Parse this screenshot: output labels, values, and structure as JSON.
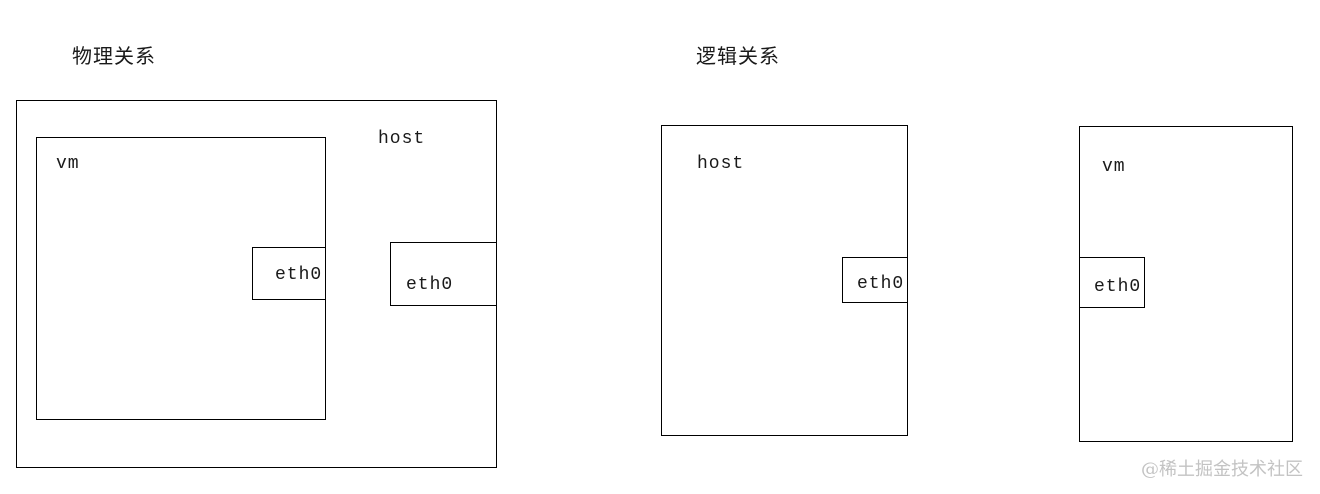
{
  "page": {
    "background_color": "#ffffff",
    "line_color": "#000000",
    "watermark": {
      "text": "@稀土掘金技术社区",
      "color": "#c3c3c3"
    }
  },
  "physical_diagram": {
    "title": "物理关系",
    "host": {
      "label": "host",
      "eth0_label": "eth0"
    },
    "vm": {
      "label": "vm",
      "eth0_label": "eth0"
    }
  },
  "logical_diagram": {
    "title": "逻辑关系",
    "host": {
      "label": "host",
      "eth0_label": "eth0"
    },
    "vm": {
      "label": "vm",
      "eth0_label": "eth0"
    }
  }
}
